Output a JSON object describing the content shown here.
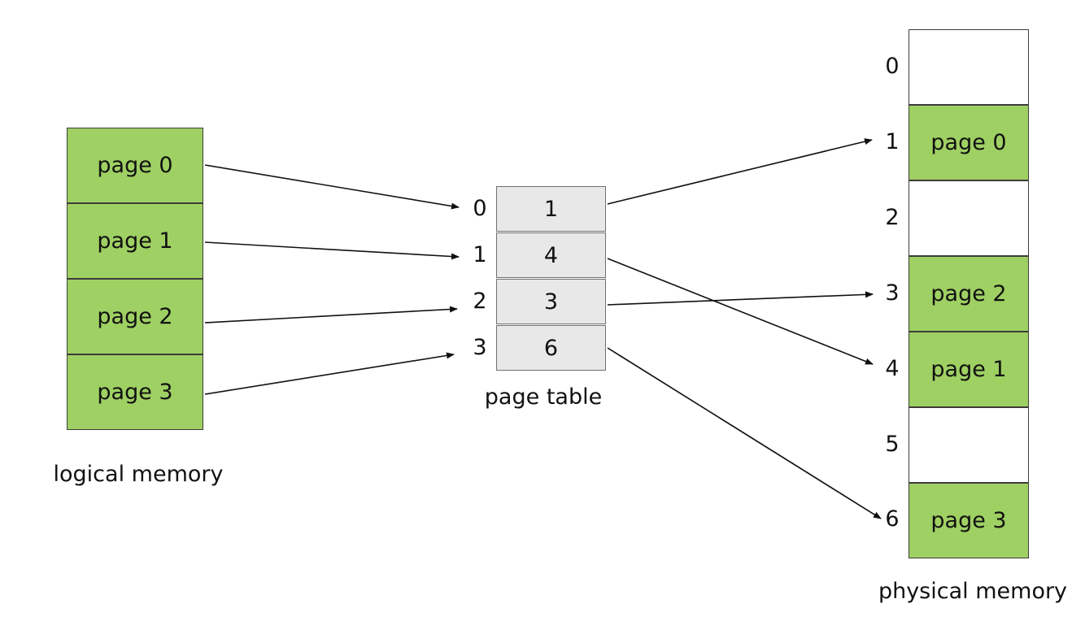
{
  "logical_memory": {
    "label": "logical memory",
    "pages": [
      "page 0",
      "page 1",
      "page 2",
      "page 3"
    ]
  },
  "page_table": {
    "label": "page table",
    "indices": [
      "0",
      "1",
      "2",
      "3"
    ],
    "frames": [
      "1",
      "4",
      "3",
      "6"
    ]
  },
  "physical_memory": {
    "label": "physical memory",
    "frame_indices": [
      "0",
      "1",
      "2",
      "3",
      "4",
      "5",
      "6"
    ],
    "frames": [
      "",
      "page 0",
      "",
      "page 2",
      "page 1",
      "",
      "page 3"
    ]
  },
  "colors": {
    "page_fill": "#9fd063",
    "table_fill": "#e8e8e8",
    "border": "#3c3c3c"
  }
}
